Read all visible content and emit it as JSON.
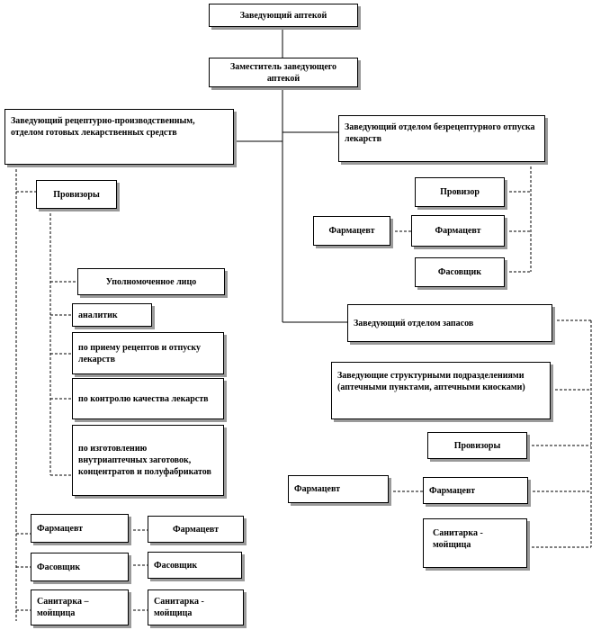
{
  "nodes": {
    "head": "Заведующий аптекой",
    "deputy": "Заместитель заведующего аптекой",
    "prod_head": "Заведующий рецептурно-производственным, отделом готовых лекарственных средств",
    "otc_head": "Заведующий отделом безрецептурного отпуска лекарств",
    "provizory_left": "Провизоры",
    "authorized": "Уполномоченное лицо",
    "analyst": "аналитик",
    "reception": "по приему рецептов и отпуску лекарств",
    "quality": "по контролю качества лекарств",
    "manufacturing": "по изготовлению внутриаптечных заготовок, концентратов и полуфабрикатов",
    "pharm_l1": "Фармацевт",
    "pharm_l2": "Фармацевт",
    "pack_l1": "Фасовщик",
    "pack_l2": "Фасовщик",
    "san_l1": "Санитарка – мойщица",
    "san_l2": "Санитарка - мойщица",
    "otc_provizor": "Провизор",
    "otc_pharm_outer": "Фармацевт",
    "otc_pharm": "Фармацевт",
    "otc_pack": "Фасовщик",
    "stock_head": "Заведующий отделом запасов",
    "struct_heads": "Заведующие структурными подразделениями (аптечными пунктами, аптечными киосками)",
    "stock_provizory": "Провизоры",
    "stock_pharm_outer": "Фармацевт",
    "stock_pharm": "Фармацевт",
    "stock_san": "Санитарка - мойщица"
  }
}
